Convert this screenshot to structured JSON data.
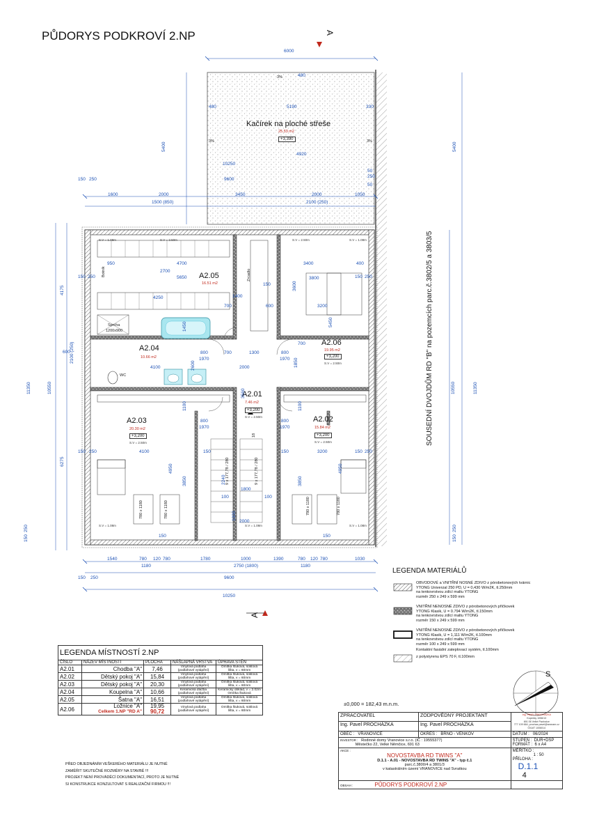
{
  "title": "PŮDORYS PODKROVÍ 2.NP",
  "section_mark": "A",
  "neighbour_note": "SOUSEDNÍ DVOJDŮM RD \"B\" na pozemcích parc.č.3802/5 a 3803/5",
  "roof": {
    "label": "Kačírek na ploché střeše",
    "area": "25.53 m2",
    "level": "+3,390",
    "slope": "3%"
  },
  "rooms": [
    {
      "id": "A2.05",
      "area": "16.51 m2"
    },
    {
      "id": "A2.04",
      "area": "10.66 m2"
    },
    {
      "id": "A2.06",
      "area": "19.95 m2",
      "level": "+3,200",
      "sv": "S.V = 2.50m"
    },
    {
      "id": "A2.01",
      "area": "7.46 m2",
      "level": "+3,200",
      "sv": "S.V = 2.50m"
    },
    {
      "id": "A2.03",
      "area": "20.30 m2",
      "level": "+3,200",
      "sv": "S.V = 2.50m"
    },
    {
      "id": "A2.02",
      "area": "15.84 m2",
      "level": "+3,200",
      "sv": "S.V = 2.50m"
    }
  ],
  "fixtures": {
    "shower": "Sprcha",
    "shower_size": "1200x900",
    "wc": "WC",
    "bench": "Botník",
    "mirror": "Zrcadlo",
    "window": "780 x 1180"
  },
  "dims": {
    "top_6000": "6000",
    "d480": "480",
    "d5190": "5190",
    "d330": "330",
    "d4920": "4920",
    "d5400": "5400",
    "d10250": "10250",
    "d9600": "9600",
    "d3450": "3450",
    "d150": "150",
    "d250": "250",
    "d1600": "1600",
    "d2000": "2000",
    "d1500_850": "1500 (850)",
    "d2100_250": "2100 (250)",
    "d1050": "1050",
    "d50": "50",
    "d950": "950",
    "d4700": "4700",
    "d2700": "2700",
    "d5650": "5650",
    "d3400": "3400",
    "d400": "400",
    "d3800": "3800",
    "d3600": "3600",
    "d4250": "4250",
    "d1400": "1400",
    "d700": "700",
    "d600": "600",
    "d3200": "3200",
    "d5450": "5450",
    "d4175": "4175",
    "d800": "800",
    "d1970": "1970",
    "d1300": "1300",
    "d4100": "4100",
    "d2600": "2600",
    "d3560": "3560",
    "d1850": "1850",
    "d11350": "11350",
    "d10550": "10550",
    "d6275": "6275",
    "d1100": "1100",
    "d4950": "4950",
    "d3850": "3850",
    "d2240": "2240",
    "d1800": "1800",
    "d100": "100",
    "d1000": "1000",
    "d1540": "1540",
    "d780": "780",
    "d120": "120",
    "d1180": "1180",
    "d1780": "1780",
    "d1390": "1390",
    "d1030": "1030",
    "d2750_1800": "2750 (1800)",
    "d1450": "1450",
    "d600b": "600",
    "d2100_250b": "2100 (250)",
    "stair": "9 x 177,78 / 280",
    "stair_n": "18",
    "sv108": "S.V = 1.08m",
    "sv250": "S.V = 2.50m"
  },
  "materials_title": "LEGENDA MATERIÁLŮ",
  "materials": [
    {
      "lines": [
        "OBVODOVÉ a VNITŘNÍ NOSNÉ ZDIVO z pórobetonových tvárnic",
        "YTONG Univerzal 250 PD, U = 0,430 W/m2K, tl.250mm",
        "na tenkovrstvou zdící maltu YTONG",
        "rozměr 250 x 249 x 599 mm"
      ]
    },
    {
      "lines": [
        "VNITŘNÍ NENOSNÉ ZDIVO z pórobetonových příčkovek",
        "YTONG Klasik, U = 0.794 W/m2K, tl.150mm",
        "na tenkovrstvou zdící maltu YTONG",
        "rozměr 150 x 249 x 599 mm"
      ]
    },
    {
      "lines": [
        "VNITŘNÍ NENOSNÉ ZDIVO z pórobetonových příčkovek",
        "YTONG Klasik, U = 1,111 W/m2K, tl.100mm",
        "na tenkovrstvou zdící maltu YTONG",
        "rozměr 100 x 249 x 599 mm"
      ]
    },
    {
      "lines": [
        "Kontaktní fasádní zateplovací systém, tl.100mm",
        "z polystyrenu EPS 70 F, tl.100mm"
      ]
    }
  ],
  "north": "S",
  "room_legend": {
    "title": "LEGENDA MÍSTNOSTÍ 2.NP",
    "headers": [
      "ČÍSLO",
      "NÁZEV MÍSTNOSTI",
      "PLOCHA",
      "NÁŠLAPNÁ VRSTVA",
      "ÚPRAVA STĚN"
    ],
    "rows": [
      [
        "A2.01",
        "Chodba \"A\"",
        "7,46",
        "Vinylová podlaha (podlahové vytápění)",
        "Omítka štuková, soklová lišta, v = 60mm"
      ],
      [
        "A2.02",
        "Dětský pokoj \"A\"",
        "15,84",
        "Vinylová podlaha (podlahové vytápění)",
        "Omítka štuková, soklová lišta, v = 60mm"
      ],
      [
        "A2.03",
        "Dětský pokoj \"A\"",
        "20,30",
        "Vinylová podlaha (podlahové vytápění)",
        "Omítka štuková, soklová lišta, v = 60mm"
      ],
      [
        "A2.04",
        "Koupelna \"A\"",
        "10,66",
        "Keramická dlažba (podlahové vytápění)",
        "Keramický obklad, v = 2.02m Omítka štuková"
      ],
      [
        "A2.05",
        "Šatna \"A\"",
        "16,51",
        "Vinylová podlaha (podlahové vytápění)",
        "Omítka štuková, soklová lišta, v = 60mm"
      ],
      [
        "A2.06",
        "Ložnice \"A\"",
        "19,95",
        "Vinylová podlaha (podlahové vytápění)",
        "Omítka štuková, soklová lišta, v = 60mm"
      ]
    ],
    "total_label": "Celkem 1.NP \"RD A\"",
    "total_value": "90,72"
  },
  "notes": [
    "PŘED OBJEDNÁNÍM VEŠKERÉHO MATERIÁLU JE NUTNÉ",
    "ZAMĚŘIT SKUTEČNÉ ROZMĚRY NA STAVBĚ !!!",
    "PROJEKT NENÍ PROVÁDĚCÍ DOKUMENTACÍ, PROTO JE NUTNÉ",
    "SI KONSTRUKCE KONZULTOVAT S REALIZAČNÍ FIRMOU !!!"
  ],
  "elevation": "±0,000 = 182,43 m.n.m.",
  "title_block": {
    "zpracovatel_label": "ZPRACOVATEL",
    "zpracovatel": "Ing. Pavel PROCHÁZKA",
    "zodpovedny_label": "ZODPOVĚDNÝ PROJEKTANT",
    "zodpovedny": "Ing. Pavel PROCHÁZKA",
    "stamp": [
      "Ing. PAVEL PROCHÁZKA",
      "Kopečky 1056/13",
      "691 06 Velké Pavlovice",
      "777 109 664, prochaz.pavel@seznam.cz",
      "ČKAIT 1006014"
    ],
    "obec_label": "OBEC :",
    "obec": "VRANOVICE",
    "okres_label": "OKRES :",
    "okres": "BRNO - VENKOV",
    "datum_label": "DATUM :",
    "datum": "06/2024",
    "investor_label": "INVESTOR :",
    "investor": [
      "Rodinné domy Vranovice s.r.o. (IČ : 19555377)",
      "Městečko 22, Velké Němčice, 691 63"
    ],
    "stupen_label": "STUPEŇ :",
    "stupen": "DUR+DSP",
    "format_label": "FORMÁT :",
    "format": "6 x A4",
    "akce_label": "AKCE :",
    "akce_title": "NOVOSTAVBA RD TWINS \"A\"",
    "akce_lines": [
      "D.1.1 - A.01 - NOVOSTAVBA RD TWINS \"A\" - typ č.1",
      "parc.č.3800/4 a 3801/3",
      "v katastrálním území VRANOVICE nad Svratkou"
    ],
    "meritko_label": "MĚŘÍTKO :",
    "meritko": "1 : 50",
    "priloha_label": "PŘÍLOHA :",
    "priloha": "D.1.1",
    "priloha_num": "4",
    "obsah_label": "OBSAH :",
    "obsah": "PŮDORYS PODKROVÍ 2.NP"
  },
  "colors": {
    "dims": "#1a4fb4",
    "area": "#c0281c",
    "bath": "#5ec8dc"
  }
}
